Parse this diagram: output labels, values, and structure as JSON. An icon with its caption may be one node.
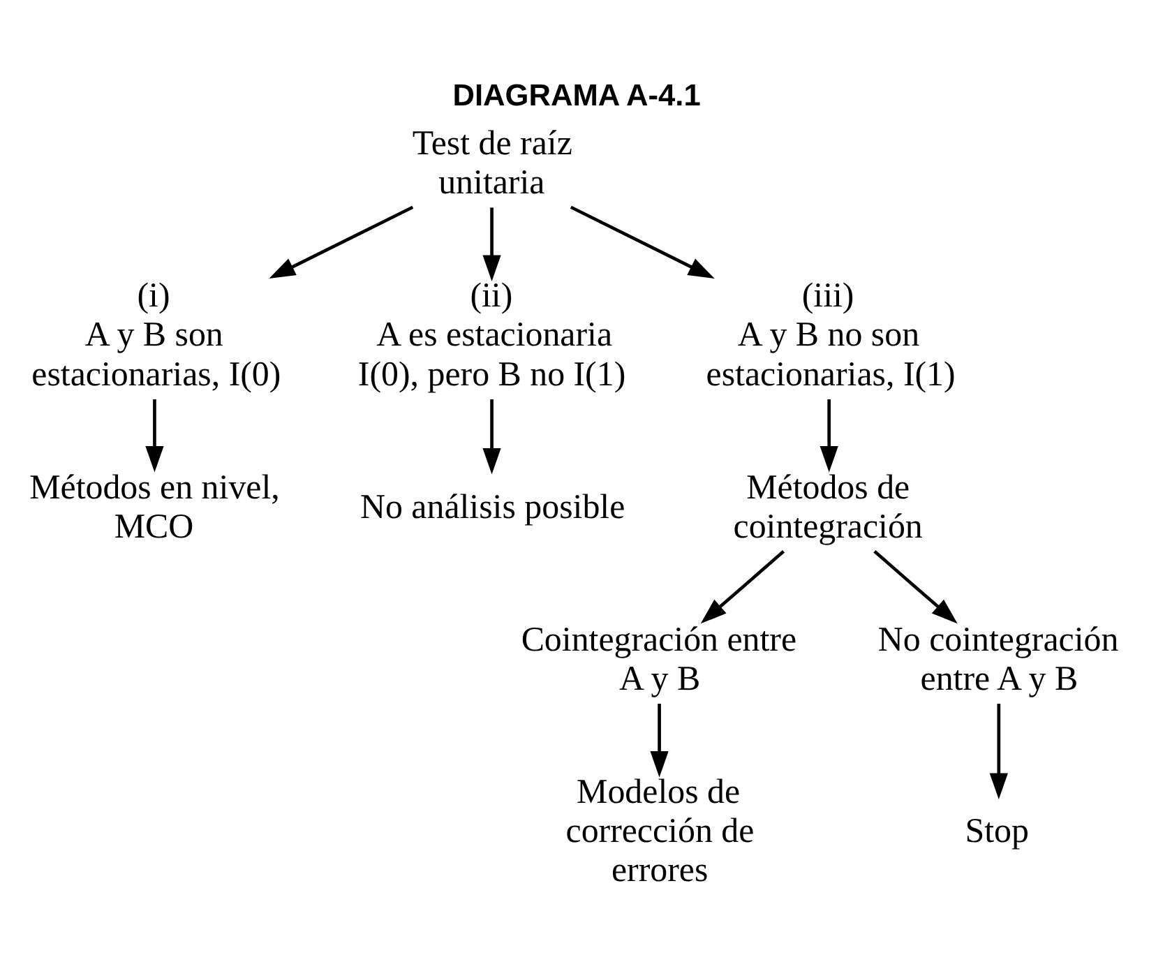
{
  "diagram": {
    "title": "DIAGRAMA A-4.1",
    "nodes": [
      {
        "text": [
          "Test de raíz unitaria"
        ]
      },
      {
        "text": [
          "(i)",
          "A y B son estacionarias, I(0)"
        ]
      },
      {
        "text": [
          "(ii)",
          "A es estacionaria I(0), pero B no I(1)"
        ]
      },
      {
        "text": [
          "(iii)",
          "A y B no son estacionarias, I(1)"
        ]
      },
      {
        "text": [
          "Métodos en nivel, MCO"
        ]
      },
      {
        "text": [
          "No análisis posible"
        ]
      },
      {
        "text": [
          "Métodos de cointegración"
        ]
      },
      {
        "text": [
          "Cointegración entre A y B"
        ]
      },
      {
        "text": [
          "No cointegración entre A y B"
        ]
      },
      {
        "text": [
          "Modelos de corrección de errores"
        ]
      },
      {
        "text": [
          "Stop"
        ]
      }
    ],
    "edges": [
      {
        "from": 0,
        "to": 1,
        "arrow": "to"
      },
      {
        "from": 0,
        "to": 2,
        "arrow": "to"
      },
      {
        "from": 0,
        "to": 3,
        "arrow": "to"
      },
      {
        "from": 1,
        "to": 4,
        "arrow": "to"
      },
      {
        "from": 2,
        "to": 5,
        "arrow": "to"
      },
      {
        "from": 3,
        "to": 6,
        "arrow": "to"
      },
      {
        "from": 6,
        "to": 7,
        "arrow": "to"
      },
      {
        "from": 6,
        "to": 8,
        "arrow": "to"
      },
      {
        "from": 7,
        "to": 9,
        "arrow": "to"
      },
      {
        "from": 8,
        "to": 10,
        "arrow": "to"
      }
    ]
  }
}
